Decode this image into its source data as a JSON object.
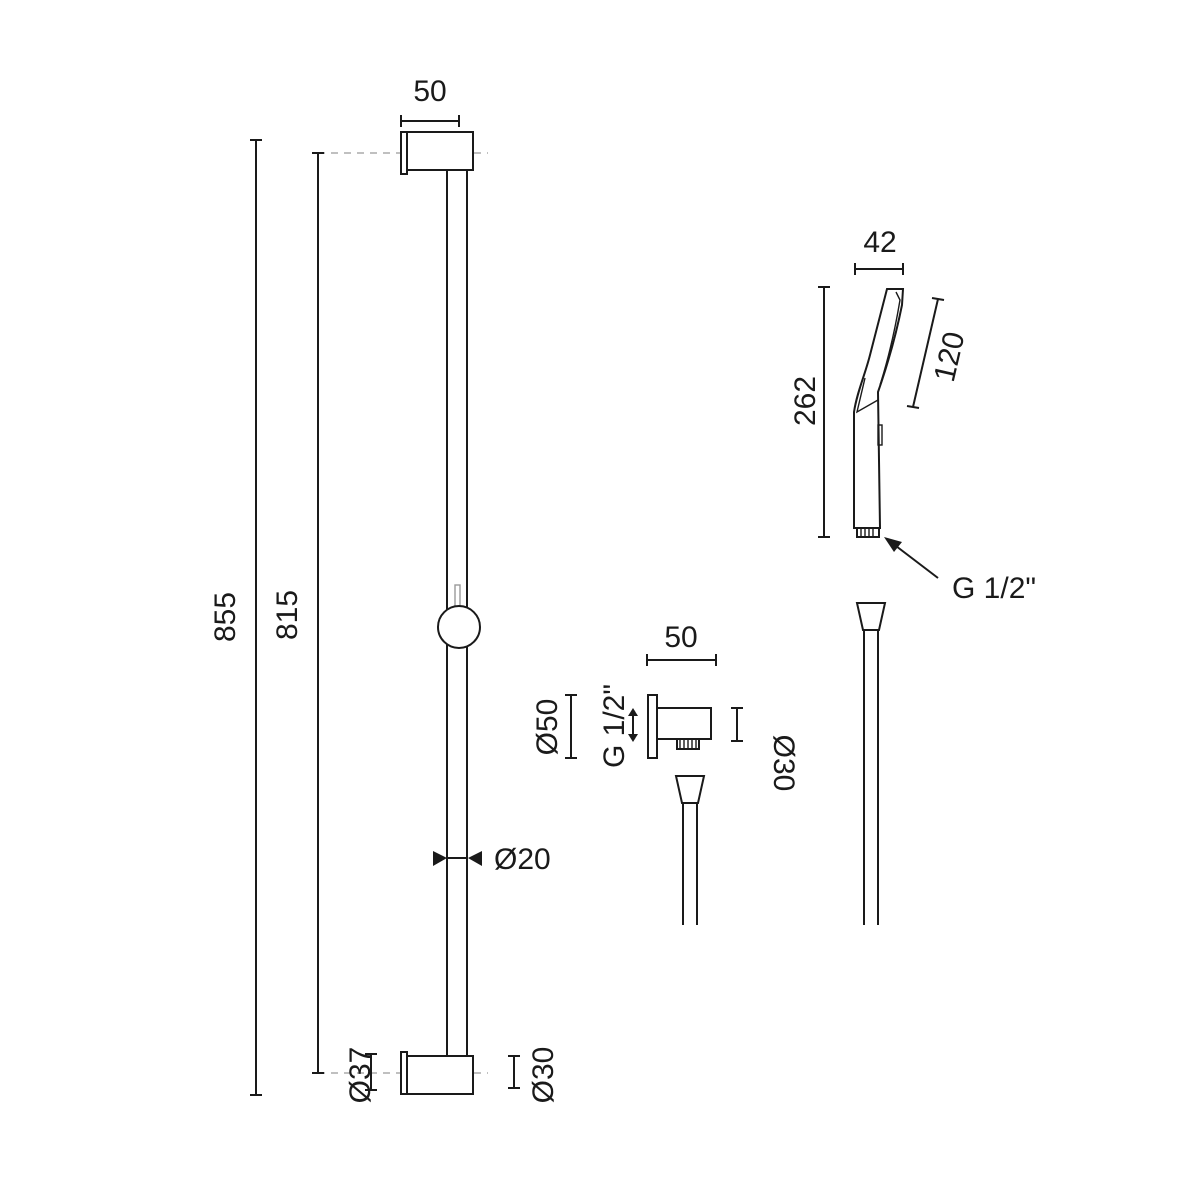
{
  "dimensions": {
    "rail_total_length": "855",
    "rail_bracket_spacing": "815",
    "top_bracket_width": "50",
    "bracket_outer_diameter": "Ø37",
    "bracket_inner_diameter": "Ø30",
    "rail_diameter": "Ø20",
    "wall_outlet_width": "50",
    "wall_outlet_flange_diameter": "Ø50",
    "wall_outlet_thread": "G 1/2\"",
    "wall_outlet_body_diameter": "Ø30",
    "handshower_head_width": "42",
    "handshower_length": "262",
    "handshower_face_length": "120",
    "handshower_thread": "G 1/2\""
  },
  "colors": {
    "line": "#1a1a1a",
    "extension_line": "#9a9a9a",
    "background": "#ffffff"
  }
}
